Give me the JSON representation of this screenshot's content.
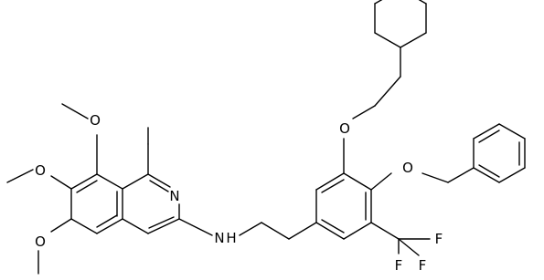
{
  "molecule": {
    "atoms": {
      "n_ring": "N",
      "amine": "N",
      "amine_h": "H",
      "o_8": "O",
      "o_7": "O",
      "o_6": "O",
      "o_3": "O",
      "o_4": "O",
      "f_1": "F",
      "f_2": "F",
      "f_3": "F"
    }
  }
}
